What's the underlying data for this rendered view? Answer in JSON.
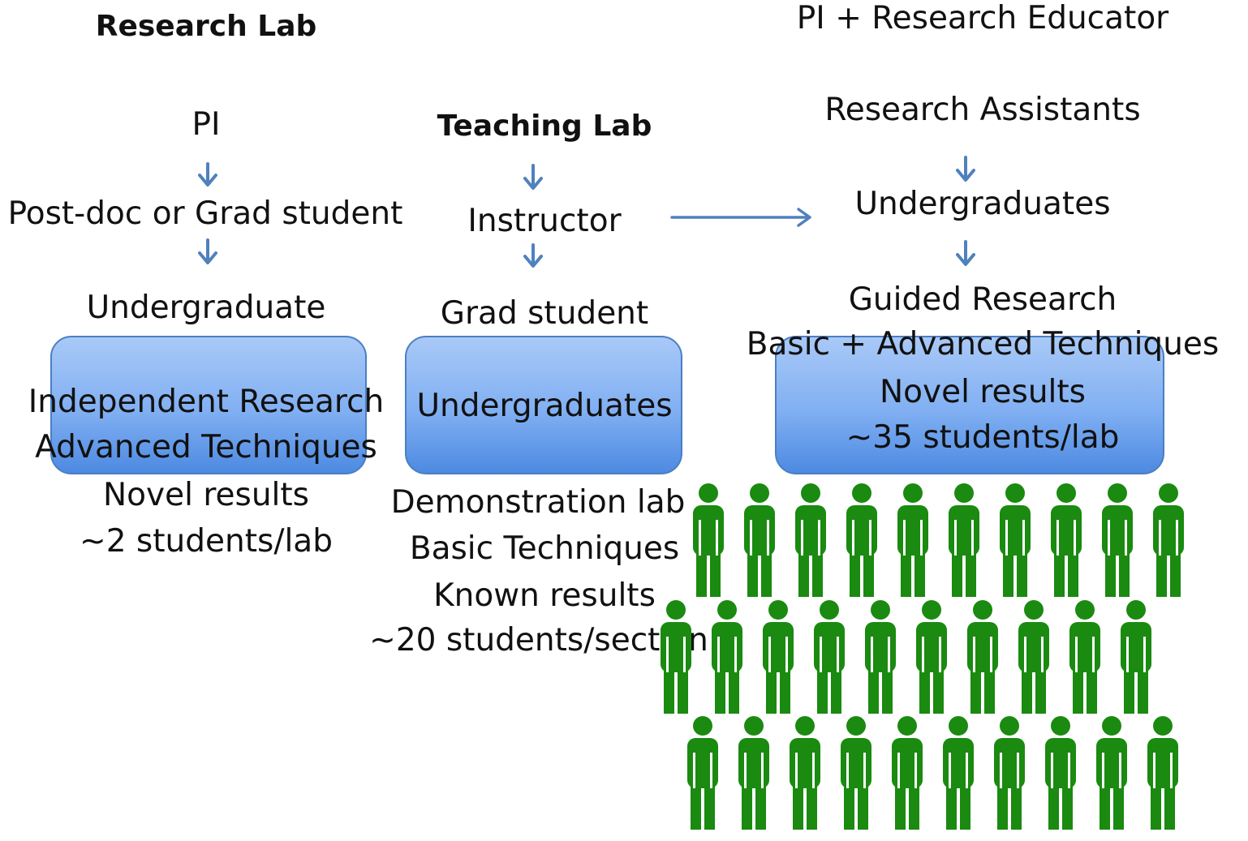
{
  "columns": {
    "research_lab": {
      "title": "Research Lab",
      "roles": [
        "PI",
        "Post-doc or Grad student",
        "Undergraduate"
      ],
      "box_lines": [
        "Independent Research",
        "Advanced Techniques"
      ],
      "below_lines": [
        "Novel results",
        "~2 students/lab"
      ]
    },
    "teaching_lab": {
      "title": "Teaching Lab",
      "roles": [
        "Instructor",
        "Grad student"
      ],
      "box_lines": [
        "Undergraduates"
      ],
      "below_lines": [
        "Demonstration lab",
        "Basic Techniques",
        "Known results",
        "~20 students/section"
      ]
    },
    "guided_research": {
      "title": "PI + Research Educator",
      "roles": [
        "Research Assistants",
        "Undergraduates"
      ],
      "above_lines": [
        "Guided Research",
        "Basic + Advanced Techniques"
      ],
      "box_lines": [
        "Novel results",
        "~35 students/lab"
      ]
    }
  },
  "colors": {
    "arrow": "#4f81bd",
    "person": "#1a8a10",
    "box_border": "#4a7fc4"
  },
  "icons": {
    "flow_arrow": "arrow-down-icon",
    "transition_arrow": "arrow-right-icon",
    "people": "person-icon"
  }
}
